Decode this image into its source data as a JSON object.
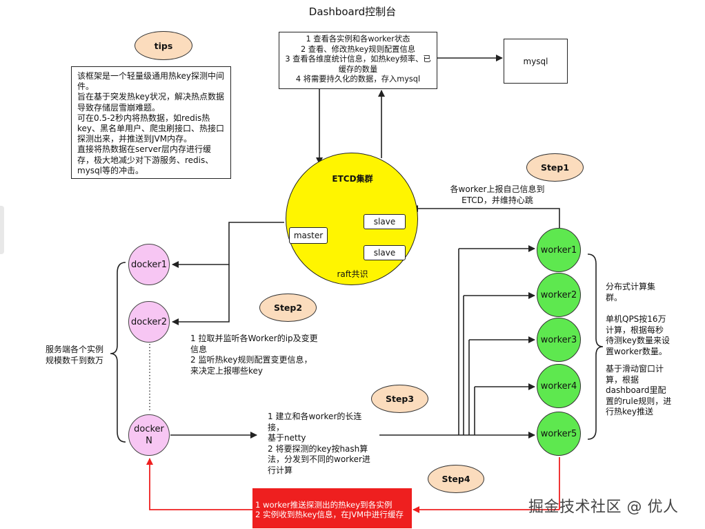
{
  "title": "Dashboard控制台",
  "tips": {
    "bubble": "tips",
    "lines": [
      "该框架是一个轻量级通用热key探测中间件。",
      "旨在基于突发热key状况，解决热点数据导致存储层雪崩难题。",
      "可在0.5-2秒内将热数据，如redis热key、黑名单用户、爬虫刷接口、热接口探测出来，并推送到JVM内存。",
      "直接将热数据在server层内存进行缓存，极大地减少对下游服务、redis、mysql等的冲击。"
    ]
  },
  "dashboard": {
    "lines": [
      "1 查看各实例和各worker状态",
      "2 查看、修改热key规则配置信息",
      "3 查看各维度统计信息，如热key频率、已缓存的数量",
      "4 将需要持久化的数据，存入mysql"
    ]
  },
  "mysql": "mysql",
  "etcd": {
    "title": "ETCD集群",
    "master": "master",
    "slaves": [
      "slave",
      "slave"
    ],
    "consensus": "raft共识"
  },
  "steps": {
    "step1": {
      "bubble": "Step1",
      "text": "各worker上报自己信息到\nETCD，并维持心跳"
    },
    "step2": {
      "bubble": "Step2",
      "text": "1  拉取并监听各Worker的ip及变更\n信息\n2 监听热key规则配置变更信息，\n来决定上报哪些key"
    },
    "step3": {
      "bubble": "Step3",
      "text": "1 建立和各worker的长连接，\n基于netty\n2 将要探测的key按hash算\n法，分发到不同的worker进\n行计算"
    },
    "step4": {
      "bubble": "Step4",
      "text": "1 worker推送探测出的热key到各实例\n2 实例收到热key信息，在JVM中进行缓存"
    }
  },
  "dockers": [
    "docker1",
    "docker2",
    "docker\nN"
  ],
  "service_note": "服务端各个实例\n规模数千到数万",
  "workers": [
    "worker1",
    "worker2",
    "worker3",
    "worker4",
    "worker5"
  ],
  "worker_note": {
    "p1": "分布式计算集\n群。",
    "p2": "单机QPS按16万\n计算，根据每秒\n待测key数量来设\n置worker数量。",
    "p3": "基于滑动窗口计\n算，根据\ndashboard里配\n置的rule规则，进\n行热key推送"
  },
  "watermark": "掘金技术社区 @ 优人",
  "colors": {
    "etcd": "#fff500",
    "docker": "#f7c6f3",
    "worker": "#5ee84f",
    "bubble": "#fbdcbd",
    "push_path": "#ee1f1f"
  }
}
